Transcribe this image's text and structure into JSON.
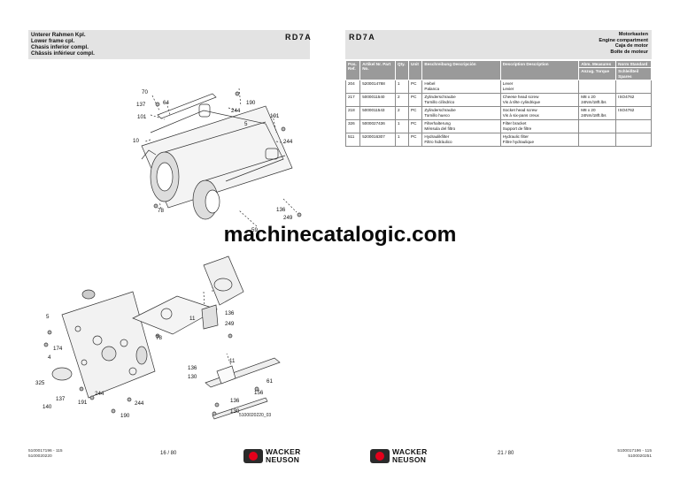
{
  "left_page": {
    "header_lines": [
      "Unterer Rahmen Kpl.",
      "Lower frame cpl.",
      "Chasis inferior compl.",
      "Châssis inférieur compl."
    ],
    "logo": "RD7A",
    "callouts": [
      "70",
      "64",
      "137",
      "101",
      "190",
      "244",
      "5",
      "191",
      "10",
      "244",
      "78",
      "136",
      "249",
      "59",
      "5",
      "136",
      "249",
      "11",
      "78",
      "174",
      "4",
      "325",
      "140",
      "137",
      "191",
      "244",
      "190",
      "244",
      "11",
      "136",
      "130",
      "61",
      "156",
      "136",
      "130"
    ],
    "drawing_ref": "5100020220_03",
    "footer_codes": [
      "5100017196 - 115",
      "5100020220"
    ],
    "page_number": "16 / 80",
    "brand_lines": [
      "WACKER",
      "NEUSON"
    ]
  },
  "right_page": {
    "logo": "RD7A",
    "title_lines": [
      "Motorkasten",
      "Engine compartment",
      "Caja de motor",
      "Boîte de moteur"
    ],
    "table": {
      "headers": {
        "pos": "Pos. Ref.",
        "article": "Artikel Nr. Part No.",
        "qty": "Qty.",
        "unit": "Unit",
        "desc_de_es": "Beschreibung Descripción",
        "desc_en_fr": "Description Description",
        "dimensions": "Abm. Measures",
        "torque": "Anzug. Torque",
        "norm": "Norm Standard",
        "wear": "Schleißteil Spares"
      },
      "rows": [
        {
          "pos": "204",
          "article": "5200014788",
          "qty": "1",
          "unit": "PC",
          "de_es": [
            "Hebel",
            "Palanca"
          ],
          "en_fr": [
            "Lever",
            "Levier"
          ],
          "dim": [
            "",
            ""
          ],
          "norm": ""
        },
        {
          "pos": "217",
          "article": "5000011540",
          "qty": "2",
          "unit": "PC",
          "de_es": [
            "Zylinderschraube",
            "Tornillo cilíndrico"
          ],
          "en_fr": [
            "Cheese head screw",
            "Vis à tête cylindrique"
          ],
          "dim": [
            "M8 x 20",
            "24Nm/18ft.lbs"
          ],
          "norm": "ISO4762"
        },
        {
          "pos": "218",
          "article": "5000011543",
          "qty": "2",
          "unit": "PC",
          "de_es": [
            "Zylinderschraube",
            "Tornillo hueco"
          ],
          "en_fr": [
            "Socket head screw",
            "Vis à six-pans creux"
          ],
          "dim": [
            "M8 x 20",
            "24Nm/18ft.lbs"
          ],
          "norm": "ISO4762"
        },
        {
          "pos": "326",
          "article": "5000027436",
          "qty": "1",
          "unit": "PC",
          "de_es": [
            "Filterhalterung",
            "Ménsula del filtro"
          ],
          "en_fr": [
            "Filter bracket",
            "Support de filtre"
          ],
          "dim": [
            "",
            ""
          ],
          "norm": ""
        },
        {
          "pos": "511",
          "article": "5200016307",
          "qty": "1",
          "unit": "PC",
          "de_es": [
            "Hydraulikfilter",
            "Filtro hidráulico"
          ],
          "en_fr": [
            "Hydraulic filter",
            "Filtre hydraulique"
          ],
          "dim": [
            "",
            ""
          ],
          "norm": ""
        }
      ]
    },
    "footer_codes": [
      "5100017196 - 115",
      "5100020251"
    ],
    "page_number": "21 / 80",
    "brand_lines": [
      "WACKER",
      "NEUSON"
    ]
  },
  "watermark": "machinecatalogic.com",
  "colors": {
    "header_bg": "#e3e3e3",
    "table_header_bg": "#9a9a9a",
    "brand_red": "#e4001b"
  }
}
